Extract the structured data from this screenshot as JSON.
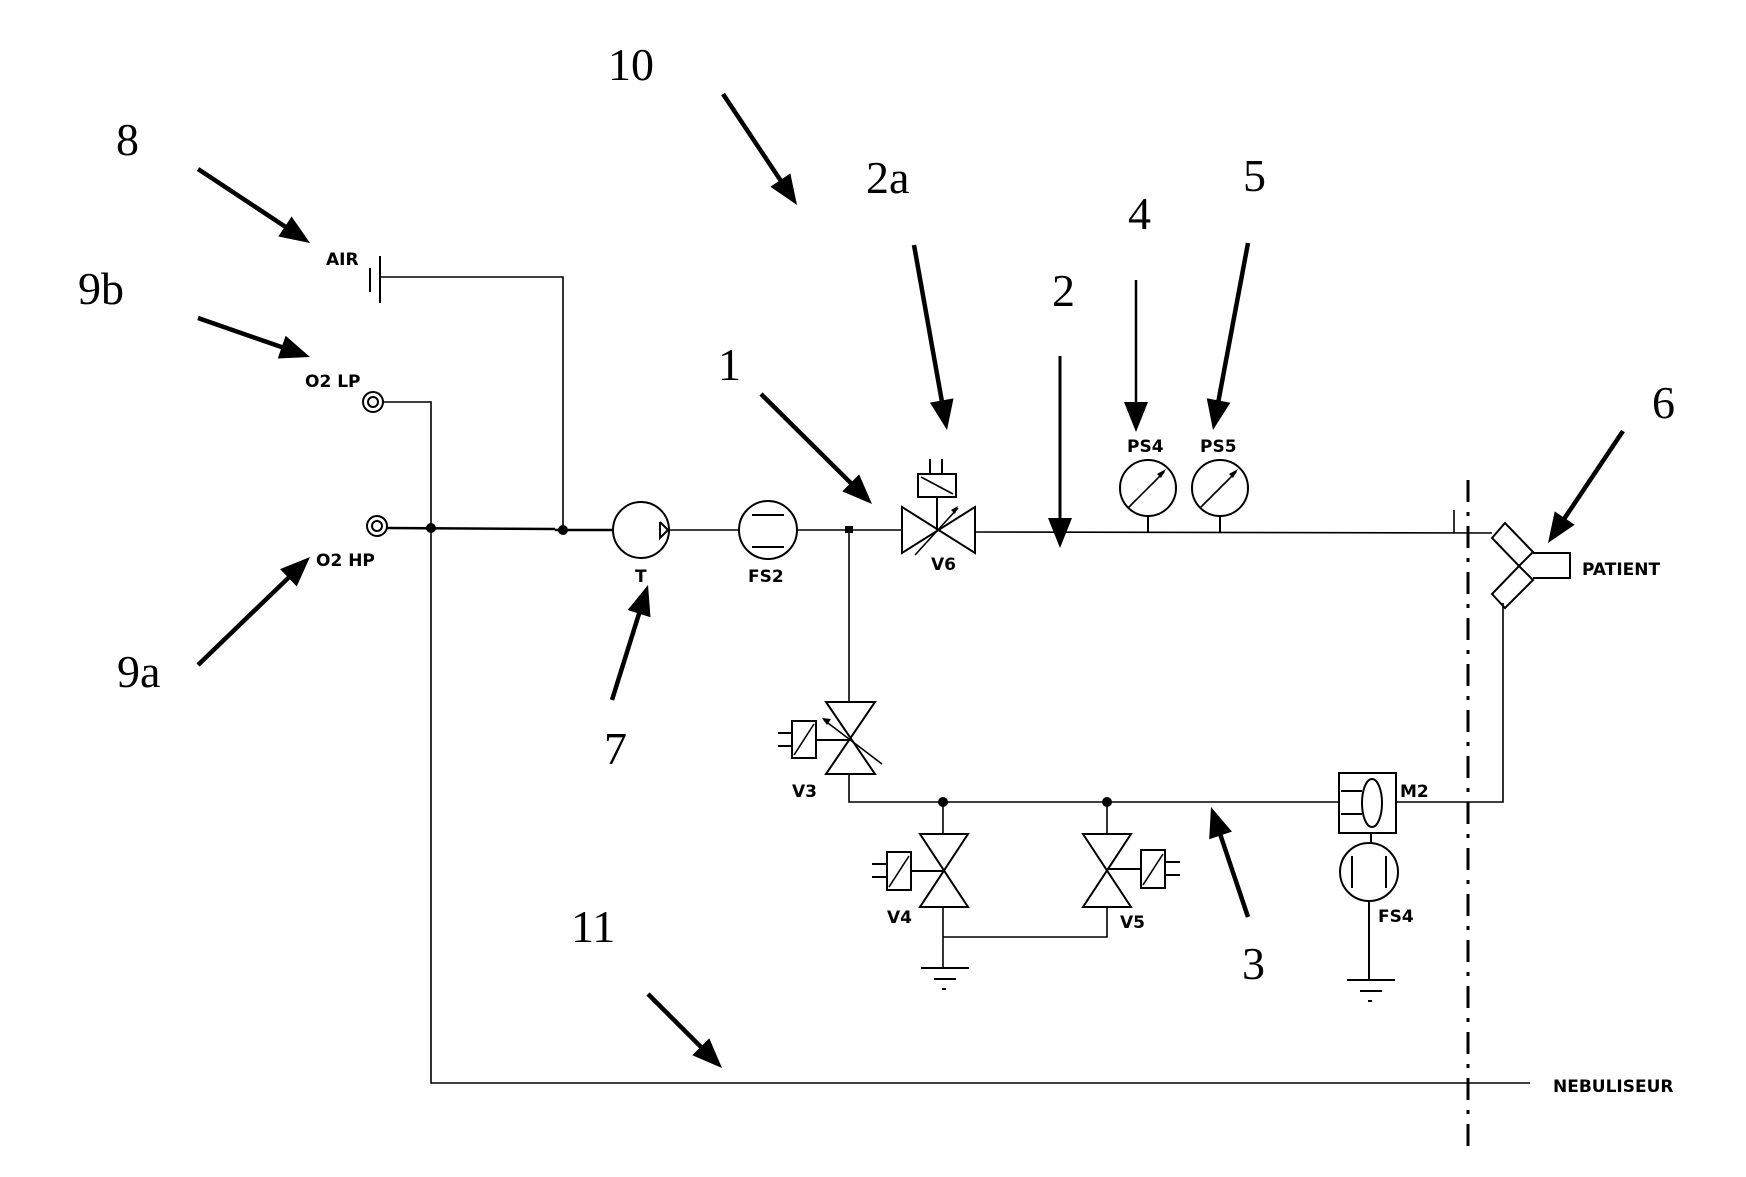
{
  "diagram": {
    "type": "pneumatic-circuit-schematic",
    "reference_numerals": {
      "r1": "1",
      "r2": "2",
      "r2a": "2a",
      "r3": "3",
      "r4": "4",
      "r5": "5",
      "r6": "6",
      "r7": "7",
      "r8": "8",
      "r9a": "9a",
      "r9b": "9b",
      "r10": "10",
      "r11": "11"
    },
    "component_labels": {
      "air": "AIR",
      "o2lp": "O2 LP",
      "o2hp": "O2 HP",
      "turbine": "T",
      "fs2": "FS2",
      "v6": "V6",
      "ps4": "PS4",
      "ps5": "PS5",
      "patient": "PATIENT",
      "v3": "V3",
      "v4": "V4",
      "v5": "V5",
      "m2": "M2",
      "fs4": "FS4",
      "nebuliseur": "NEBULISEUR"
    },
    "icons": {
      "air_inlet": "capacitor-connector-icon",
      "o2_inlets": "coaxial-connector-icon",
      "turbine": "turbine-icon",
      "flow_sensor": "flow-sensor-icon",
      "proportional_valve": "proportional-solenoid-valve-icon",
      "on_off_valve": "solenoid-valve-icon",
      "pressure_sensor": "pressure-gauge-icon",
      "y_piece": "patient-y-piece-icon",
      "membrane": "membrane-icon",
      "ground": "exhaust-ground-icon"
    }
  }
}
